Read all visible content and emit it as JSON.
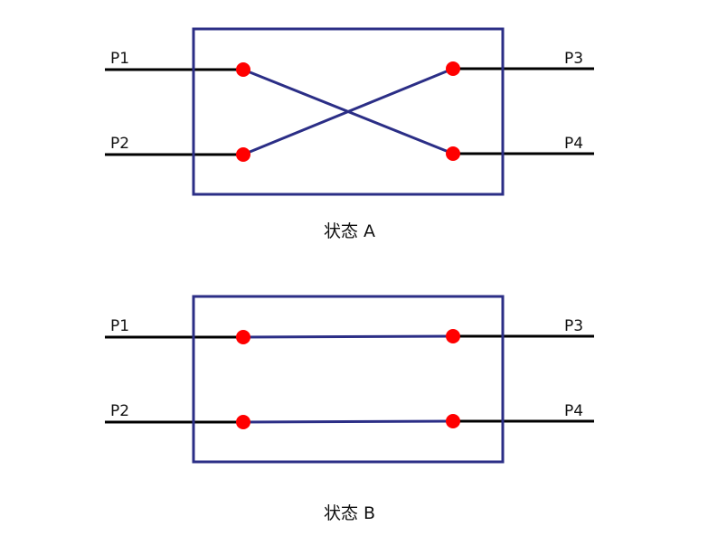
{
  "colors": {
    "box": "#2b2e86",
    "lead": "#000000",
    "node": "#ff0000",
    "text": "#111111"
  },
  "state_a": {
    "caption": "状态 A",
    "ports": {
      "p1": "P1",
      "p2": "P2",
      "p3": "P3",
      "p4": "P4"
    },
    "connections": [
      [
        "P1",
        "P4"
      ],
      [
        "P2",
        "P3"
      ]
    ]
  },
  "state_b": {
    "caption": "状态 B",
    "ports": {
      "p1": "P1",
      "p2": "P2",
      "p3": "P3",
      "p4": "P4"
    },
    "connections": [
      [
        "P1",
        "P3"
      ],
      [
        "P2",
        "P4"
      ]
    ]
  }
}
